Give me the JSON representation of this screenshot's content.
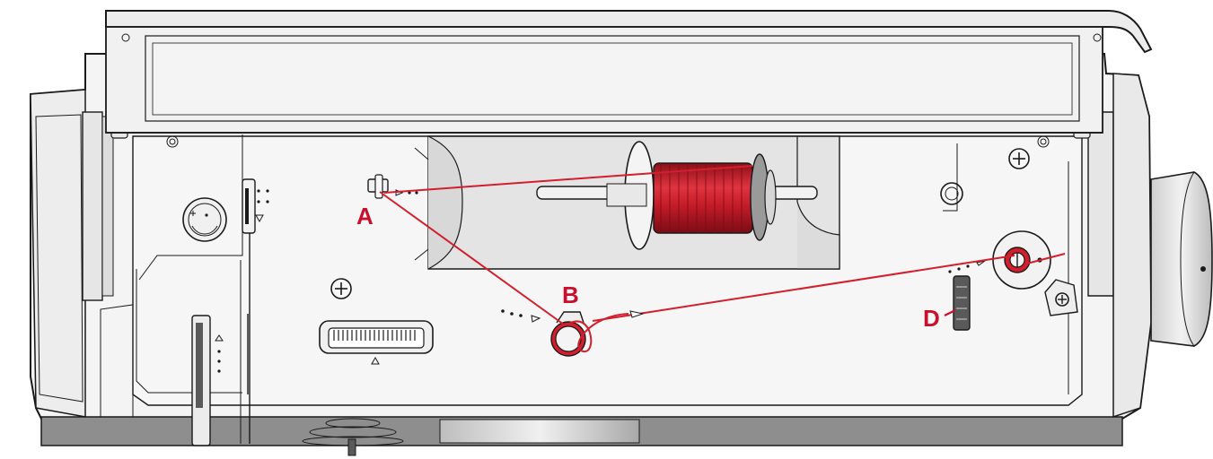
{
  "diagram": {
    "labels": {
      "a": "A",
      "b": "B",
      "d": "D"
    },
    "colors": {
      "thread": "#d11f2e",
      "label": "#c8102e",
      "outline": "#1a1a1a",
      "body": "#f4f4f4",
      "shade": "#dadada",
      "dark_strip": "#8e8e8e"
    },
    "icons": [
      "spool-pin-icon",
      "thread-guide-icon",
      "pretension-disc-icon",
      "bobbin-winder-icon",
      "bobbin-stop-lever-icon",
      "screw-icon",
      "stitch-dial-icon"
    ]
  }
}
